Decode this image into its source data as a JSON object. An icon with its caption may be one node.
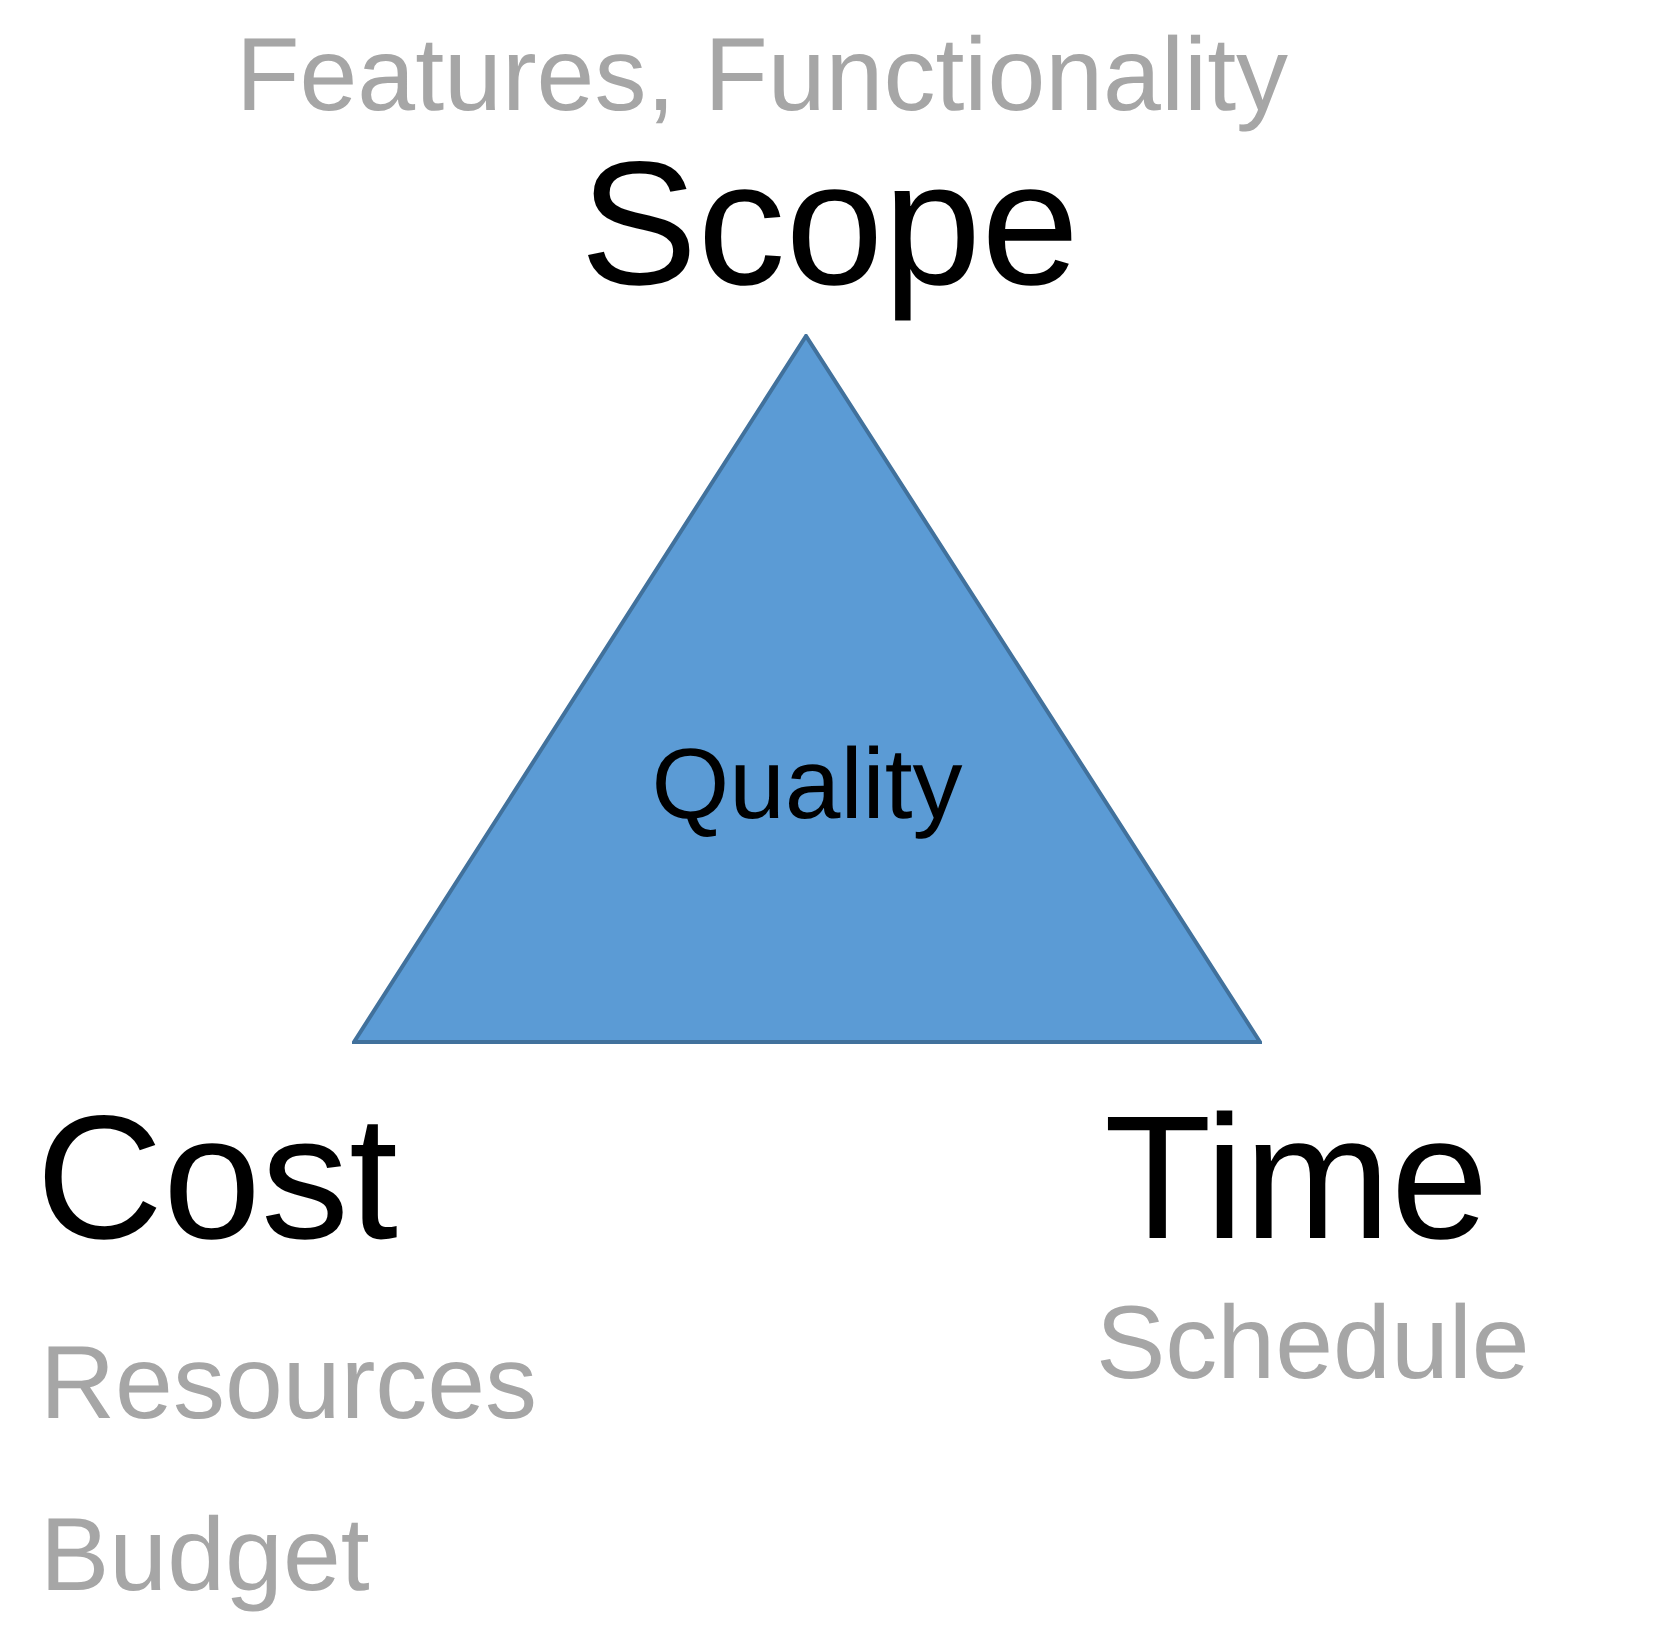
{
  "diagram": {
    "nodes": [
      {
        "text": [
          "Quality"
        ]
      }
    ],
    "labels": [
      "Features, Functionality",
      "Scope",
      "Cost",
      "Time",
      "Schedule",
      "Resources",
      "Budget"
    ]
  }
}
